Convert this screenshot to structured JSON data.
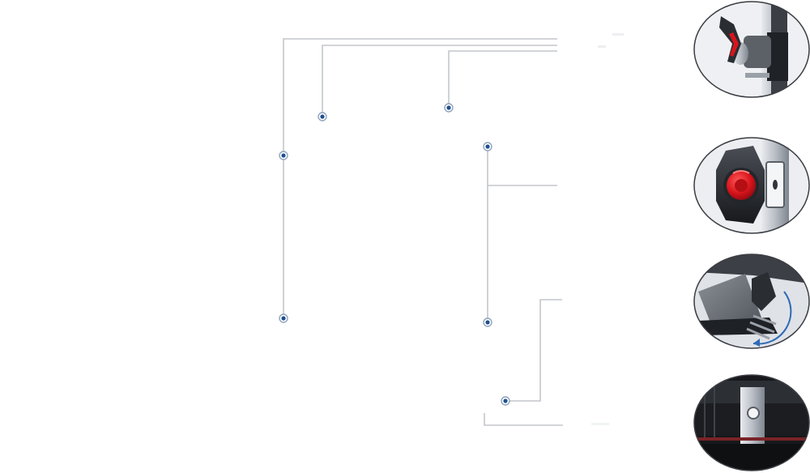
{
  "title": "",
  "colors": {
    "leader_line": "#c3c6cb",
    "marker_ring": "#8fa3bd",
    "marker_dot": "#1f4f8f",
    "thumb_border": "#3a3d42",
    "accent_red": "#d8141c",
    "metal_dark": "#2b2e33",
    "metal_light": "#b9bec6"
  },
  "detail_thumbnails": [
    {
      "id": "lever-latch",
      "icon": "lever-latch-icon"
    },
    {
      "id": "red-knob",
      "icon": "red-knob-icon"
    },
    {
      "id": "hinged-flap",
      "icon": "hinged-flap-icon"
    },
    {
      "id": "slide-rail",
      "icon": "slide-rail-icon"
    }
  ],
  "markers": [
    {
      "id": "marker-a"
    },
    {
      "id": "marker-b"
    },
    {
      "id": "marker-c"
    },
    {
      "id": "marker-d"
    },
    {
      "id": "marker-e"
    },
    {
      "id": "marker-f"
    },
    {
      "id": "marker-g"
    }
  ]
}
